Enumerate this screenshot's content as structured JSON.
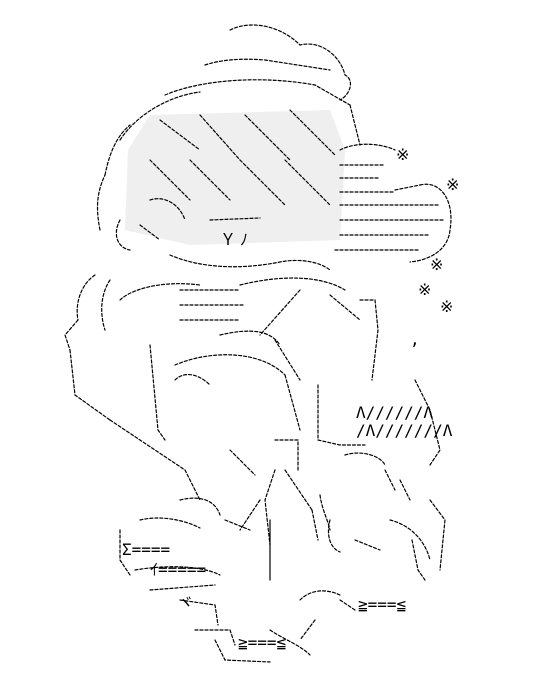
{
  "artwork": {
    "kind": "text-art illustration",
    "ink_color": "#000000",
    "background_color": "#ffffff",
    "glyphs": {
      "sparkle_1": "※",
      "sparkle_2": "※",
      "sparkle_3": "※",
      "sparkle_4": "※",
      "sparkle_5": "※",
      "mouth": "Ｙ",
      "face_mark": "ﾉ",
      "tail_left": "ヾ",
      "hatching_1": "Λ//////Λ",
      "hatching_2": "/Λ///////Λ",
      "foot_1": "≧===≦",
      "foot_2": "≧===≦",
      "sleeve_1": "Σ====",
      "sleeve_2": "ｲ=====",
      "comma": ","
    }
  }
}
